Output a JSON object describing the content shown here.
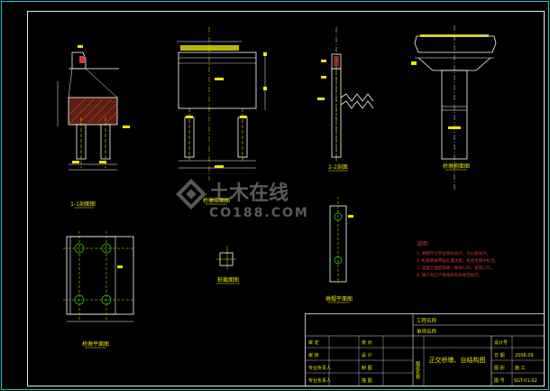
{
  "views": [
    {
      "id": "view-1-1",
      "title": "1-1剖面图"
    },
    {
      "id": "view-pier-elevation",
      "title": "桥墩立面图"
    },
    {
      "id": "view-2-2",
      "title": "2-2剖面"
    },
    {
      "id": "view-pier-side",
      "title": "桥墩侧面图"
    },
    {
      "id": "view-pile-section",
      "title": "桩截面图"
    },
    {
      "id": "view-pier-plan",
      "title": "桥墩平面图"
    },
    {
      "id": "view-cap-plan",
      "title": "墩帽平面图"
    }
  ],
  "notes": {
    "heading": "说明：",
    "items": [
      "1. 本图尺寸单位除标高外，均以厘米计。",
      "2. 桩基础采用钻孔灌注桩，桩径见图中标注。",
      "3. 混凝土强度等级：墩身C30，桩基C25。",
      "4. 施工时应严格按照有关规范执行。"
    ]
  },
  "watermark": {
    "brand": "土木在线",
    "url": "CO188.COM"
  },
  "title_block": {
    "project_label": "工程名称",
    "subproject_label": "单项名称",
    "drawing_title": "正交桥墩、台结构图",
    "rows": [
      [
        "审 定",
        "",
        "校 对",
        ""
      ],
      [
        "审 核",
        "",
        "设 计",
        ""
      ],
      [
        "专业负责人",
        "",
        "制 图",
        ""
      ],
      [
        "专业负责人",
        "",
        "描 图",
        ""
      ]
    ],
    "right": [
      [
        "设计号",
        ""
      ],
      [
        "日 期",
        "2006.09"
      ],
      [
        "图 别",
        "施 工"
      ],
      [
        "图 号",
        "SGT-01-02"
      ]
    ],
    "side_label": "图纸名称"
  }
}
